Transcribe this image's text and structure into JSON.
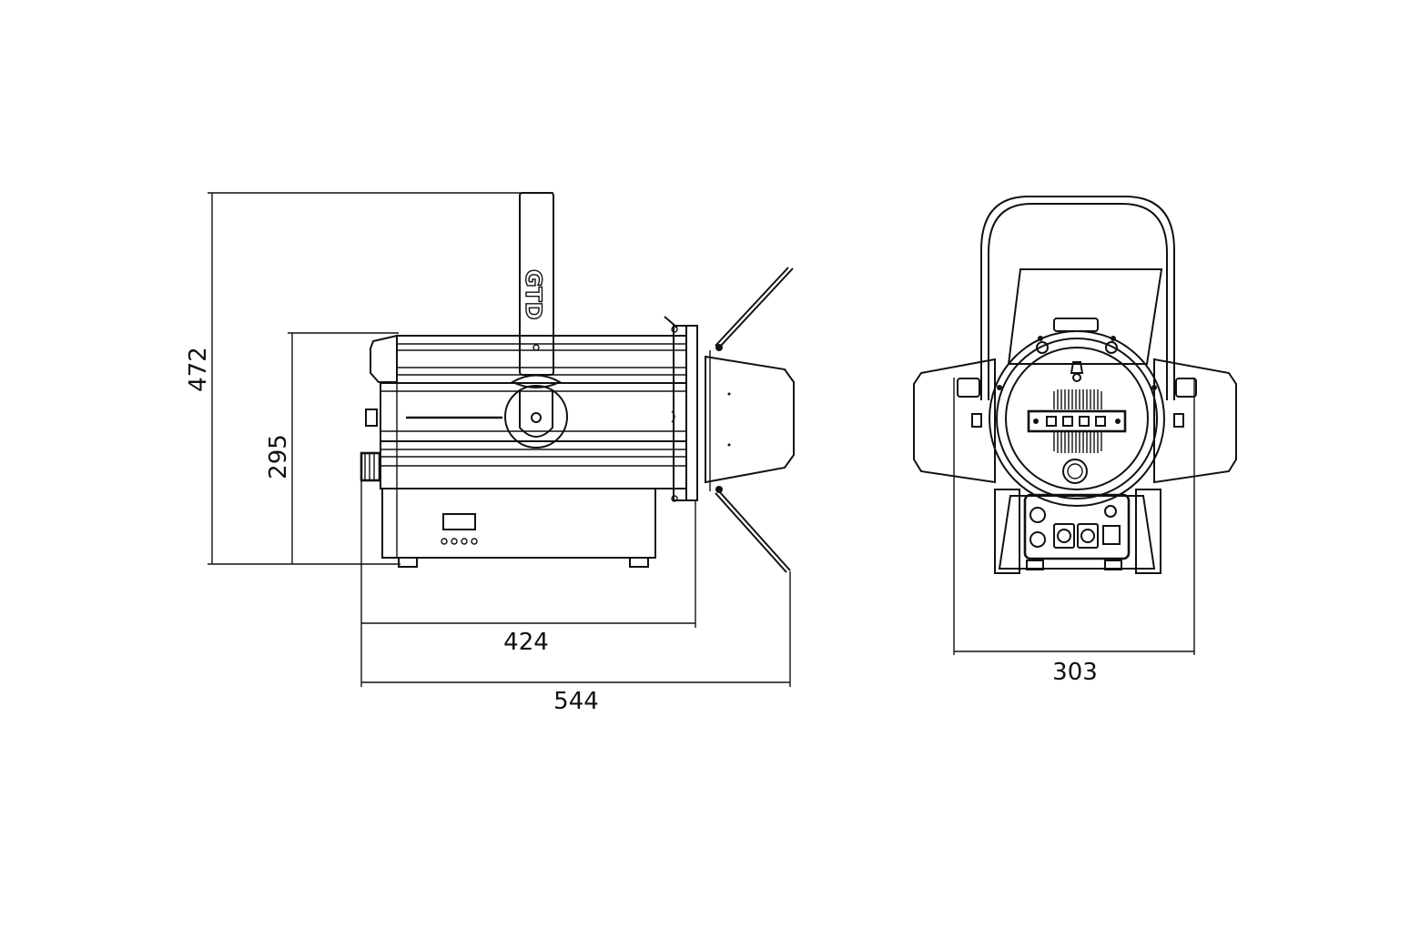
{
  "side_view": {
    "logo_text": "GTD",
    "dim_height_total": "472",
    "dim_height_body": "295",
    "dim_length_body": "424",
    "dim_length_total": "544"
  },
  "front_view": {
    "dim_width": "303"
  },
  "colors": {
    "line": "#111111",
    "background": "#ffffff"
  }
}
